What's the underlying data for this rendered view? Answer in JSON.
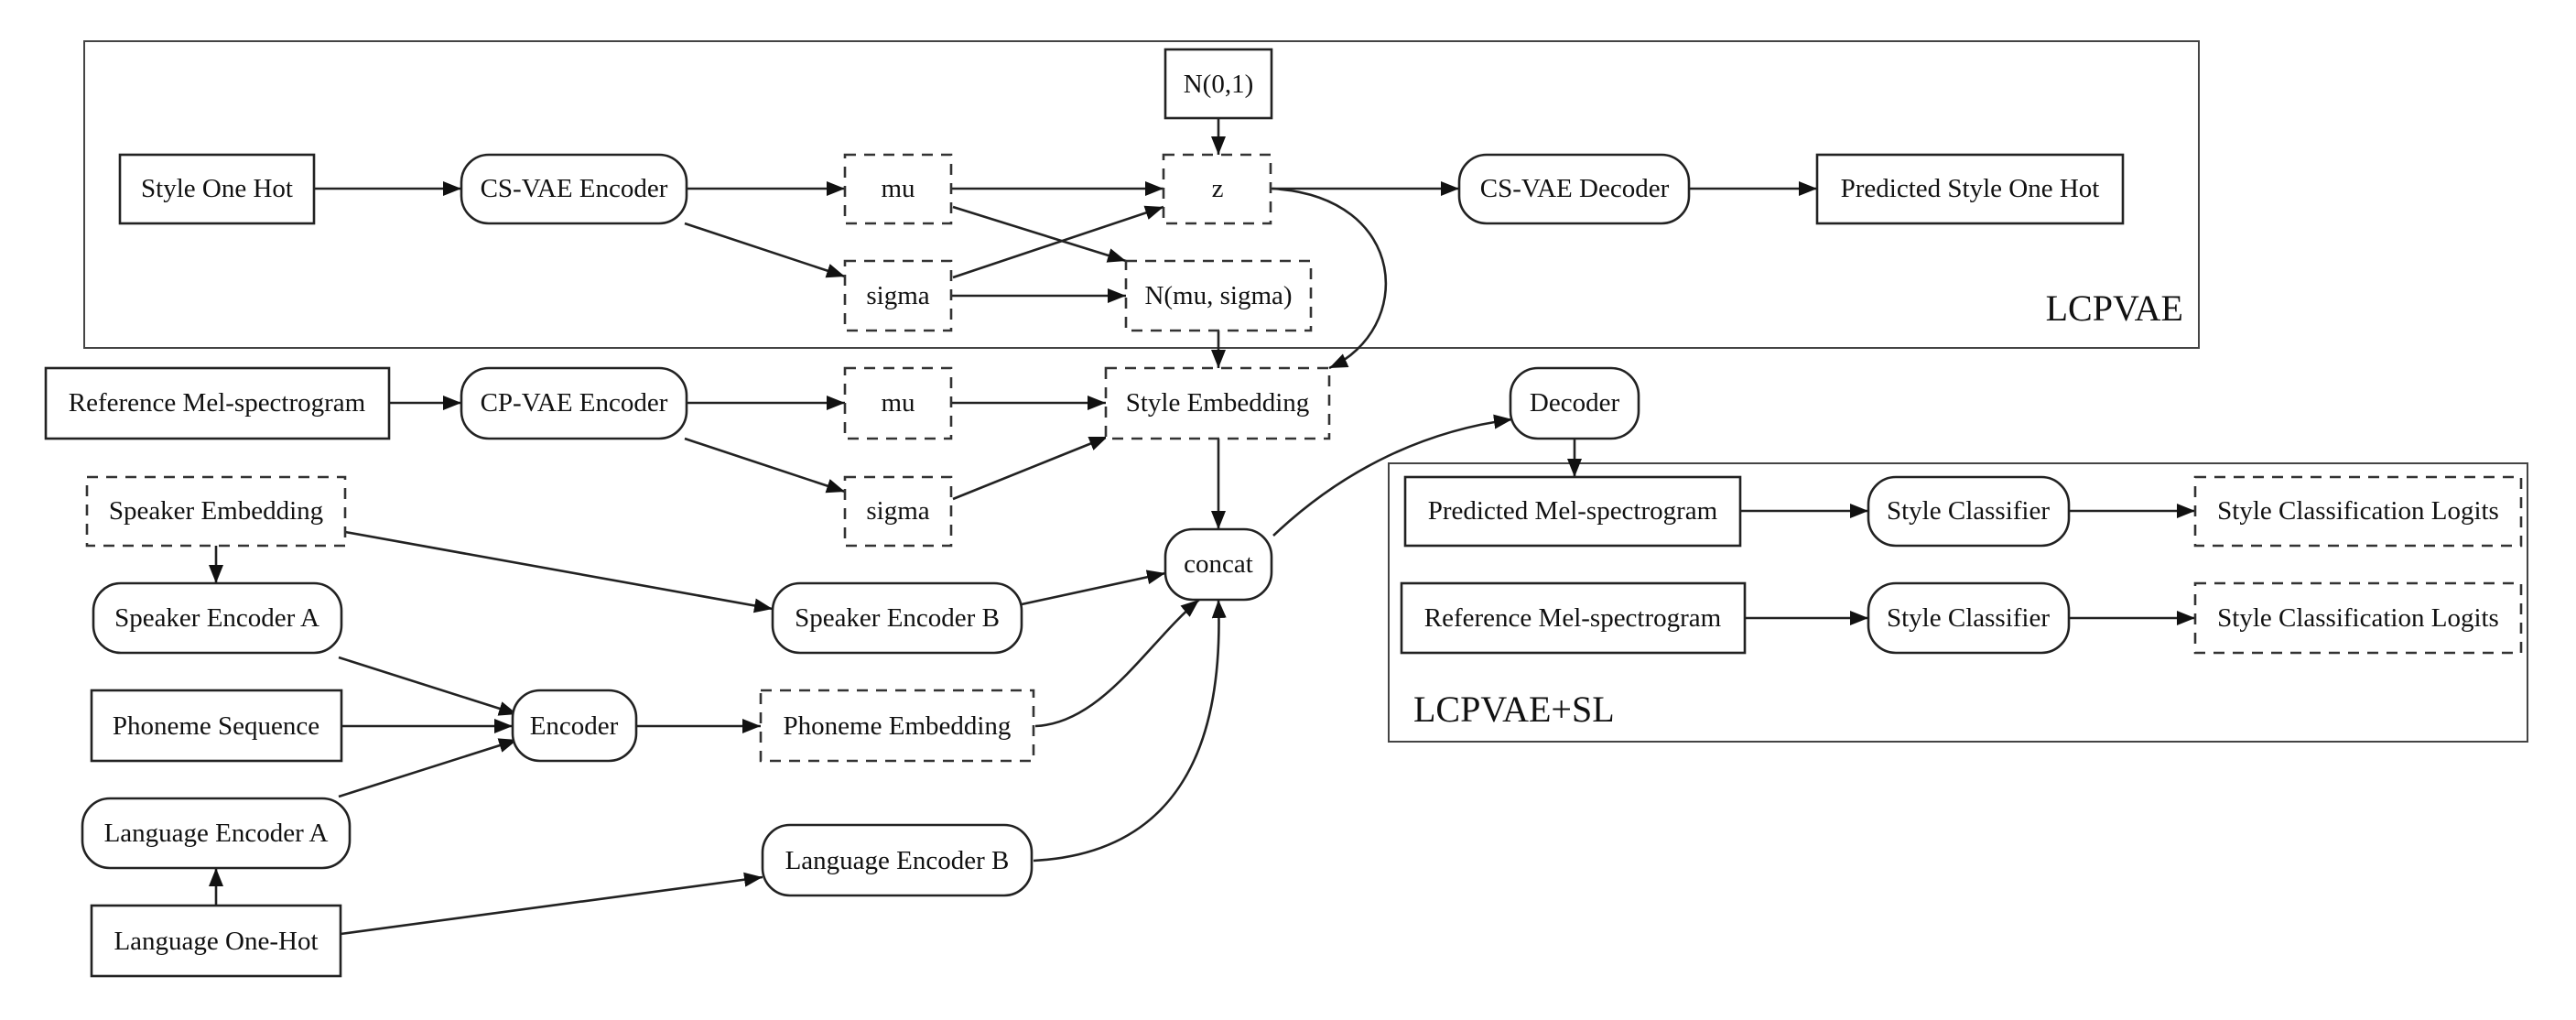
{
  "diagram": {
    "clusters": [
      {
        "id": "lcpvae",
        "label": "LCPVAE"
      },
      {
        "id": "lcpvae_sl",
        "label": "LCPVAE+SL"
      }
    ],
    "nodes": [
      {
        "id": "n01",
        "label": "N(0,1)",
        "shape": "box",
        "style": "solid"
      },
      {
        "id": "style_onehot",
        "label": "Style One Hot",
        "shape": "box",
        "style": "solid"
      },
      {
        "id": "csvae_enc",
        "label": "CS-VAE Encoder",
        "shape": "rounded",
        "style": "solid"
      },
      {
        "id": "mu1",
        "label": "mu",
        "shape": "box",
        "style": "dashed"
      },
      {
        "id": "z",
        "label": "z",
        "shape": "box",
        "style": "dashed"
      },
      {
        "id": "csvae_dec",
        "label": "CS-VAE Decoder",
        "shape": "rounded",
        "style": "solid"
      },
      {
        "id": "pred_style",
        "label": "Predicted Style One Hot",
        "shape": "box",
        "style": "solid"
      },
      {
        "id": "sigma1",
        "label": "sigma",
        "shape": "box",
        "style": "dashed"
      },
      {
        "id": "nmusigma",
        "label": "N(mu, sigma)",
        "shape": "box",
        "style": "dashed"
      },
      {
        "id": "ref_mel",
        "label": "Reference Mel-spectrogram",
        "shape": "box",
        "style": "solid"
      },
      {
        "id": "cpvae_enc",
        "label": "CP-VAE Encoder",
        "shape": "rounded",
        "style": "solid"
      },
      {
        "id": "mu2",
        "label": "mu",
        "shape": "box",
        "style": "dashed"
      },
      {
        "id": "style_emb",
        "label": "Style Embedding",
        "shape": "box",
        "style": "dashed"
      },
      {
        "id": "decoder",
        "label": "Decoder",
        "shape": "rounded",
        "style": "solid"
      },
      {
        "id": "sigma2",
        "label": "sigma",
        "shape": "box",
        "style": "dashed"
      },
      {
        "id": "spk_emb",
        "label": "Speaker Embedding",
        "shape": "box",
        "style": "dashed"
      },
      {
        "id": "spk_enc_a",
        "label": "Speaker Encoder A",
        "shape": "rounded",
        "style": "solid"
      },
      {
        "id": "spk_enc_b",
        "label": "Speaker Encoder B",
        "shape": "rounded",
        "style": "solid"
      },
      {
        "id": "concat",
        "label": "concat",
        "shape": "rounded",
        "style": "solid"
      },
      {
        "id": "phon_seq",
        "label": "Phoneme Sequence",
        "shape": "box",
        "style": "solid"
      },
      {
        "id": "encoder",
        "label": "Encoder",
        "shape": "rounded",
        "style": "solid"
      },
      {
        "id": "phon_emb",
        "label": "Phoneme Embedding",
        "shape": "box",
        "style": "dashed"
      },
      {
        "id": "lang_enc_a",
        "label": "Language Encoder A",
        "shape": "rounded",
        "style": "solid"
      },
      {
        "id": "lang_enc_b",
        "label": "Language Encoder B",
        "shape": "rounded",
        "style": "solid"
      },
      {
        "id": "lang_onehot",
        "label": "Language One-Hot",
        "shape": "box",
        "style": "solid"
      },
      {
        "id": "sl_pred_mel",
        "label": "Predicted Mel-spectrogram",
        "shape": "box",
        "style": "solid"
      },
      {
        "id": "sl_cls1",
        "label": "Style Classifier",
        "shape": "rounded",
        "style": "solid"
      },
      {
        "id": "sl_logits1",
        "label": "Style Classification Logits",
        "shape": "box",
        "style": "dashed"
      },
      {
        "id": "sl_ref_mel",
        "label": "Reference Mel-spectrogram",
        "shape": "box",
        "style": "solid"
      },
      {
        "id": "sl_cls2",
        "label": "Style Classifier",
        "shape": "rounded",
        "style": "solid"
      },
      {
        "id": "sl_logits2",
        "label": "Style Classification Logits",
        "shape": "box",
        "style": "dashed"
      }
    ],
    "edges": [
      [
        "style_onehot",
        "csvae_enc"
      ],
      [
        "csvae_enc",
        "mu1"
      ],
      [
        "csvae_enc",
        "sigma1"
      ],
      [
        "mu1",
        "z"
      ],
      [
        "mu1",
        "nmusigma"
      ],
      [
        "sigma1",
        "z"
      ],
      [
        "sigma1",
        "nmusigma"
      ],
      [
        "n01",
        "z"
      ],
      [
        "z",
        "csvae_dec"
      ],
      [
        "csvae_dec",
        "pred_style"
      ],
      [
        "z",
        "style_emb"
      ],
      [
        "nmusigma",
        "style_emb"
      ],
      [
        "ref_mel",
        "cpvae_enc"
      ],
      [
        "cpvae_enc",
        "mu2"
      ],
      [
        "cpvae_enc",
        "sigma2"
      ],
      [
        "mu2",
        "style_emb"
      ],
      [
        "sigma2",
        "style_emb"
      ],
      [
        "style_emb",
        "concat"
      ],
      [
        "spk_emb",
        "spk_enc_a"
      ],
      [
        "spk_emb",
        "spk_enc_b"
      ],
      [
        "spk_enc_b",
        "concat"
      ],
      [
        "spk_enc_a",
        "encoder"
      ],
      [
        "phon_seq",
        "encoder"
      ],
      [
        "lang_enc_a",
        "encoder"
      ],
      [
        "encoder",
        "phon_emb"
      ],
      [
        "phon_emb",
        "concat"
      ],
      [
        "lang_onehot",
        "lang_enc_a"
      ],
      [
        "lang_onehot",
        "lang_enc_b"
      ],
      [
        "lang_enc_b",
        "concat"
      ],
      [
        "concat",
        "decoder"
      ],
      [
        "decoder",
        "sl_pred_mel"
      ],
      [
        "sl_pred_mel",
        "sl_cls1"
      ],
      [
        "sl_cls1",
        "sl_logits1"
      ],
      [
        "sl_ref_mel",
        "sl_cls2"
      ],
      [
        "sl_cls2",
        "sl_logits2"
      ]
    ]
  }
}
